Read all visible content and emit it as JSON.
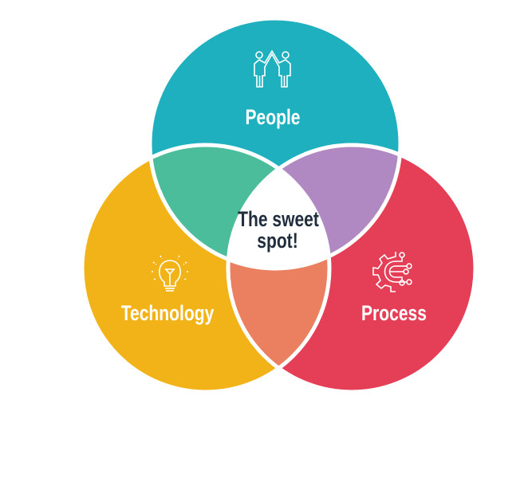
{
  "diagram": {
    "type": "venn",
    "sets": [
      {
        "label": "People",
        "icon": "people-high-five-icon",
        "color": "#1EB0BE"
      },
      {
        "label": "Technology",
        "icon": "lightbulb-icon",
        "color": "#F2B318"
      },
      {
        "label": "Process",
        "icon": "gear-circuit-icon",
        "color": "#E43F57"
      }
    ],
    "intersections": [
      {
        "sets": [
          "People",
          "Technology"
        ],
        "color": "#4BBD9A"
      },
      {
        "sets": [
          "People",
          "Process"
        ],
        "color": "#B088C2"
      },
      {
        "sets": [
          "Technology",
          "Process"
        ],
        "color": "#EB8060"
      }
    ],
    "center": {
      "line1": "The sweet",
      "line2": "spot!",
      "color": "#1F2D3D"
    }
  }
}
